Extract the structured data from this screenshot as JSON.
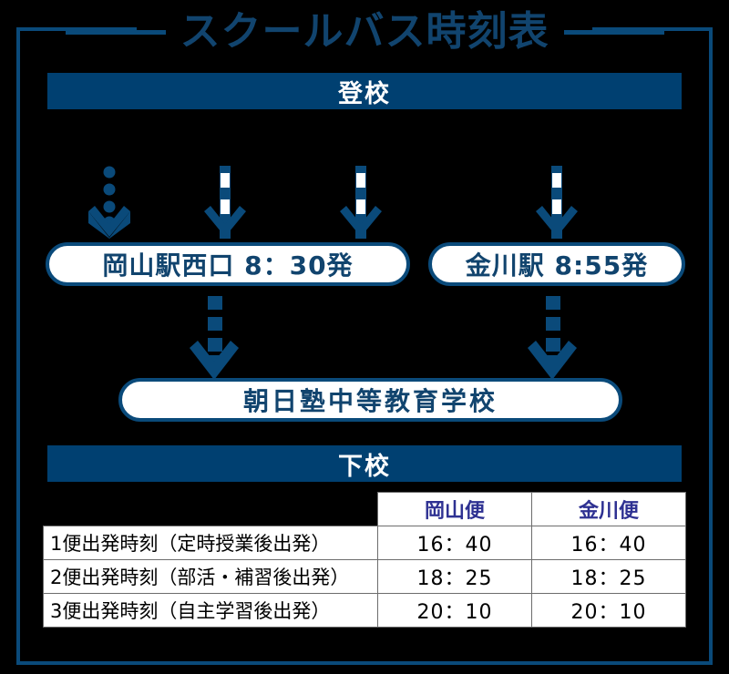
{
  "page": {
    "title": "スクールバス時刻表",
    "background_color": "#000000",
    "accent_color": "#004071",
    "frame_color": "#0a4a7a",
    "title_color": "#11446e",
    "header_text_color": "#2e3192"
  },
  "sections": {
    "morning": {
      "label": "登校"
    },
    "afternoon": {
      "label": "下校"
    }
  },
  "flow": {
    "stops": [
      {
        "label": "岡山駅西口  8：30発",
        "name": "okayama-station-west"
      },
      {
        "label": "金川駅 8:55発",
        "name": "kanagawa-station"
      }
    ],
    "destination": {
      "label": "朝日塾中等教育学校",
      "name": "asahijuku-school"
    },
    "feeder_arrows": [
      {
        "style": "dotted",
        "target": "okayama"
      },
      {
        "style": "dashed",
        "target": "okayama"
      },
      {
        "style": "dashed",
        "target": "okayama"
      },
      {
        "style": "dashed",
        "target": "kanagawa"
      }
    ],
    "trunk_arrows": [
      {
        "style": "square-dashed",
        "from": "okayama",
        "to": "school"
      },
      {
        "style": "square-dashed",
        "from": "kanagawa",
        "to": "school"
      }
    ]
  },
  "chart_data": {
    "type": "table",
    "title": "下校",
    "columns": [
      "",
      "岡山便",
      "金川便"
    ],
    "rows": [
      {
        "label": "1便出発時刻（定時授業後出発）",
        "values": [
          "16：40",
          "16：40"
        ]
      },
      {
        "label": "2便出発時刻（部活・補習後出発）",
        "values": [
          "18：25",
          "18：25"
        ]
      },
      {
        "label": "3便出発時刻（自主学習後出発）",
        "values": [
          "20：10",
          "20：10"
        ]
      }
    ]
  }
}
